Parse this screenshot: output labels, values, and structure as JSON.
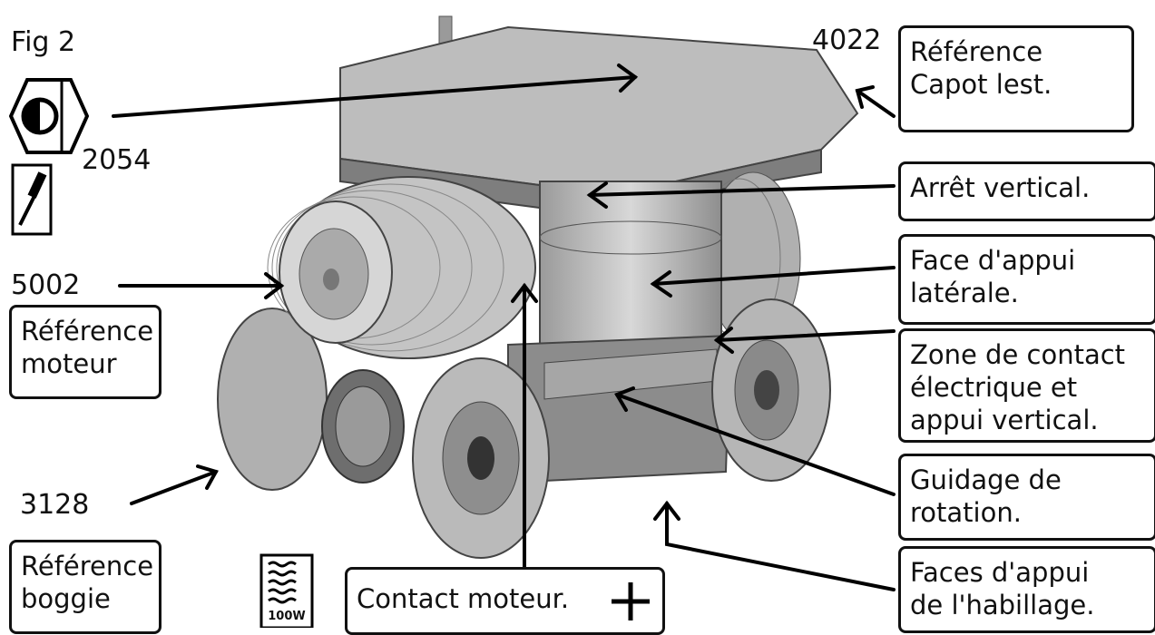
{
  "figure": {
    "title": "Fig 2",
    "parts": {
      "ballast_cover": {
        "ref": "4022",
        "lines": [
          "Référence",
          "Capot lest."
        ]
      },
      "nut": {
        "ref": "2054"
      },
      "motor": {
        "ref": "5002",
        "lines": [
          "Référence",
          "moteur"
        ]
      },
      "bogie": {
        "ref": "3128",
        "lines": [
          "Référence",
          "boggie"
        ]
      }
    },
    "callouts": [
      {
        "id": "vertical-stop",
        "lines": [
          "Arrêt vertical."
        ]
      },
      {
        "id": "lateral-bearing",
        "lines": [
          "Face d'appui",
          "latérale."
        ]
      },
      {
        "id": "electric-contact",
        "lines": [
          "Zone de contact",
          "électrique et",
          "appui vertical."
        ]
      },
      {
        "id": "rotation-guide",
        "lines": [
          "Guidage de",
          "rotation."
        ]
      },
      {
        "id": "fairing-faces",
        "lines": [
          "Faces d'appui",
          "de l'habillage."
        ]
      }
    ],
    "motor_contact": {
      "label": "Contact moteur."
    },
    "icons": {
      "nut": "hex-nut-icon",
      "screwdriver": "screwdriver-icon",
      "soldering": "soldering-iron-icon",
      "plus": "plus-icon"
    },
    "soldering_label": "100W"
  }
}
